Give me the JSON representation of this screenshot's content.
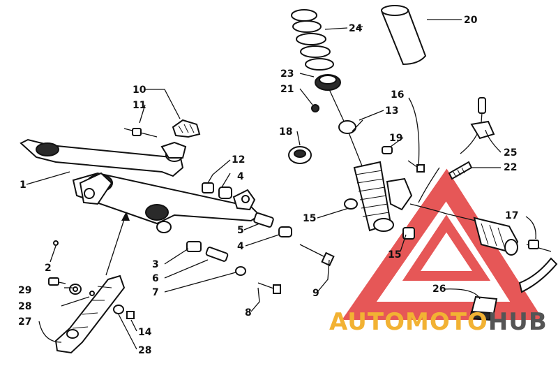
{
  "labels": {
    "l1": "1",
    "l2": "2",
    "l3": "3",
    "l4a": "4",
    "l4b": "4",
    "l5": "5",
    "l6": "6",
    "l7": "7",
    "l8": "8",
    "l9": "9",
    "l10": "10",
    "l11": "11",
    "l12": "12",
    "l13": "13",
    "l14": "14",
    "l15a": "15",
    "l15b": "15",
    "l16": "16",
    "l17": "17",
    "l18": "18",
    "l19": "19",
    "l20": "20",
    "l21": "21",
    "l22": "22",
    "l23": "23",
    "l24": "24",
    "l25": "25",
    "l26": "26",
    "l27": "27",
    "l28a": "28",
    "l28b": "28",
    "l29": "29"
  },
  "watermark": {
    "part1": "AUTO",
    "part2": "MOTO",
    "part3": "HUB"
  },
  "colors": {
    "logo_red": "#e23a3a",
    "logo_orange": "#f2b233",
    "logo_gray": "#555555"
  }
}
